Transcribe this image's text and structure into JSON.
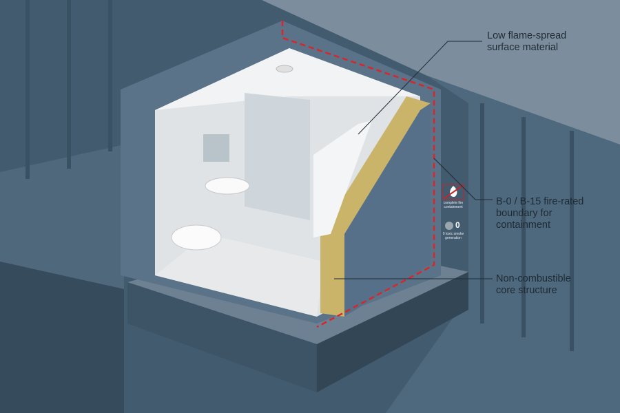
{
  "callouts": {
    "surface": {
      "line1": "Low flame-spread",
      "line2": "surface material"
    },
    "boundary": {
      "line1": "B-0 / B-15 fire-rated",
      "line2": "boundary for",
      "line3": "containment"
    },
    "core": {
      "line1": "Non-combustible",
      "line2": "core structure"
    }
  },
  "badges": {
    "fire": {
      "icon": "no-fire-icon",
      "label": "complete fire containment"
    },
    "smoke": {
      "icon": "smoke-icon",
      "value": "0",
      "label": "0 toxic smoke generation"
    }
  },
  "colors": {
    "steel": "#4a6479",
    "boundary_line": "#d8262b",
    "insulation": "#c9b46a",
    "wall": "#eef0f2"
  }
}
